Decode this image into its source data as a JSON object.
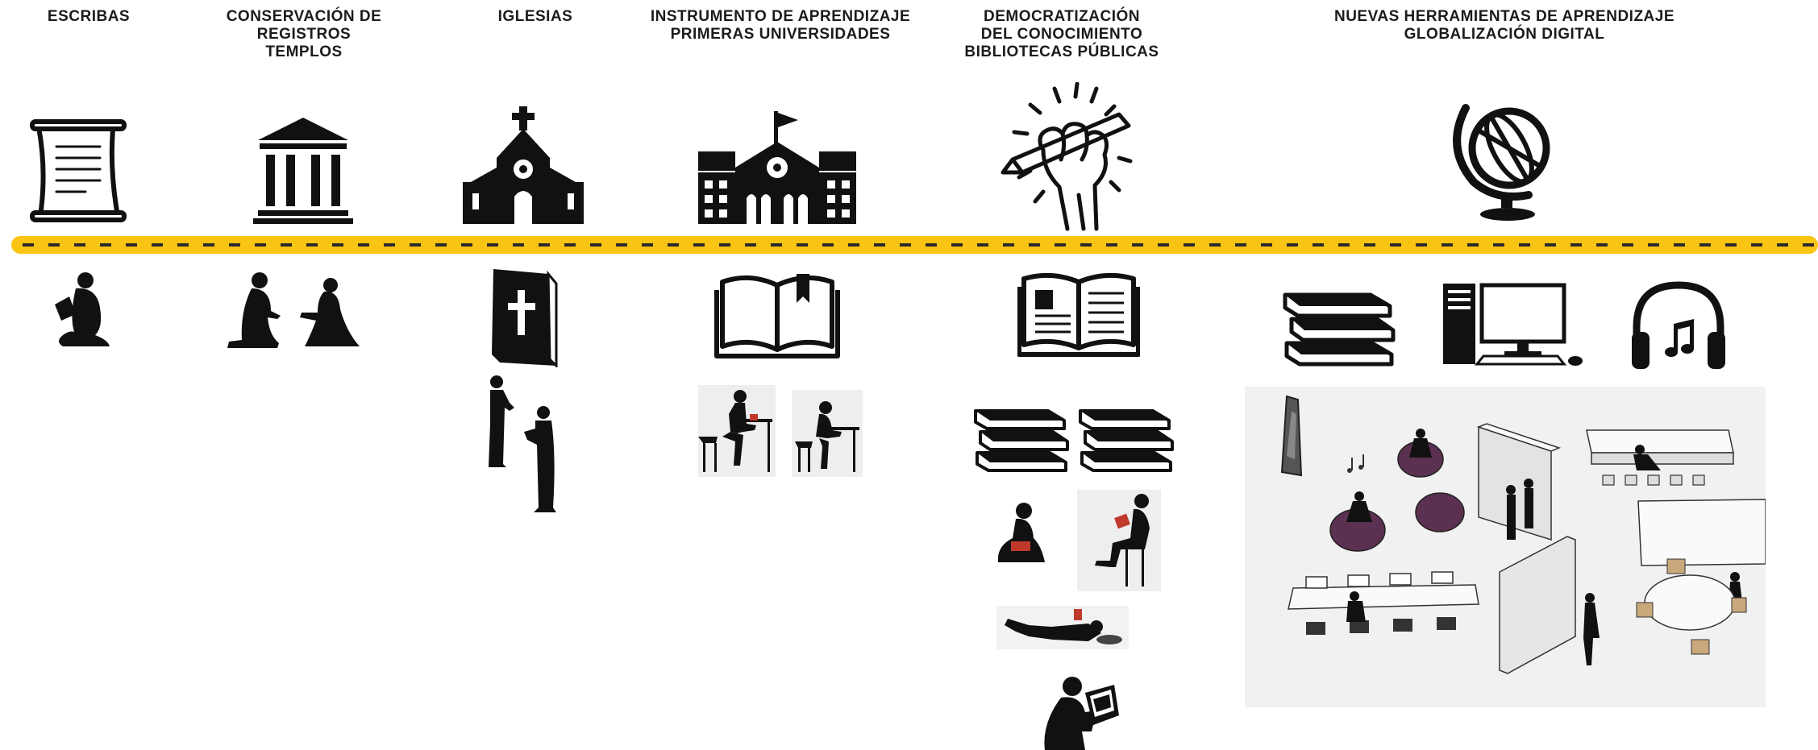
{
  "columns": [
    {
      "id": "escribas",
      "title_lines": [
        "ESCRIBAS"
      ]
    },
    {
      "id": "conservacion",
      "title_lines": [
        "CONSERVACIÓN DE",
        "REGISTROS",
        "TEMPLOS"
      ]
    },
    {
      "id": "iglesias",
      "title_lines": [
        "IGLESIAS"
      ]
    },
    {
      "id": "universidades",
      "title_lines": [
        "INSTRUMENTO DE APRENDIZAJE",
        "PRIMERAS UNIVERSIDADES"
      ]
    },
    {
      "id": "democratizacion",
      "title_lines": [
        "DEMOCRATIZACIÓN",
        "DEL CONOCIMIENTO",
        "BIBLIOTECAS PÚBLICAS"
      ]
    },
    {
      "id": "digital",
      "title_lines": [
        "NUEVAS HERRAMIENTAS DE APRENDIZAJE",
        "GLOBALIZACIÓN DIGITAL"
      ]
    }
  ],
  "colors": {
    "timeline": "#f9c413",
    "dash": "#2b2b2b",
    "ink": "#111111",
    "accent_red": "#c0392b",
    "beanbag": "#5b3050"
  },
  "icons": {
    "top": [
      "scroll-icon",
      "temple-icon",
      "church-icon",
      "university-icon",
      "fist-pencil-icon",
      "globe-icon"
    ],
    "bottom": [
      "reading-scribe-icon",
      "praying-figures-icon",
      "bible-icon",
      "open-book-icon",
      "open-book-icon",
      "books-stack-icon",
      "desktop-computer-icon",
      "headphones-icon"
    ]
  }
}
